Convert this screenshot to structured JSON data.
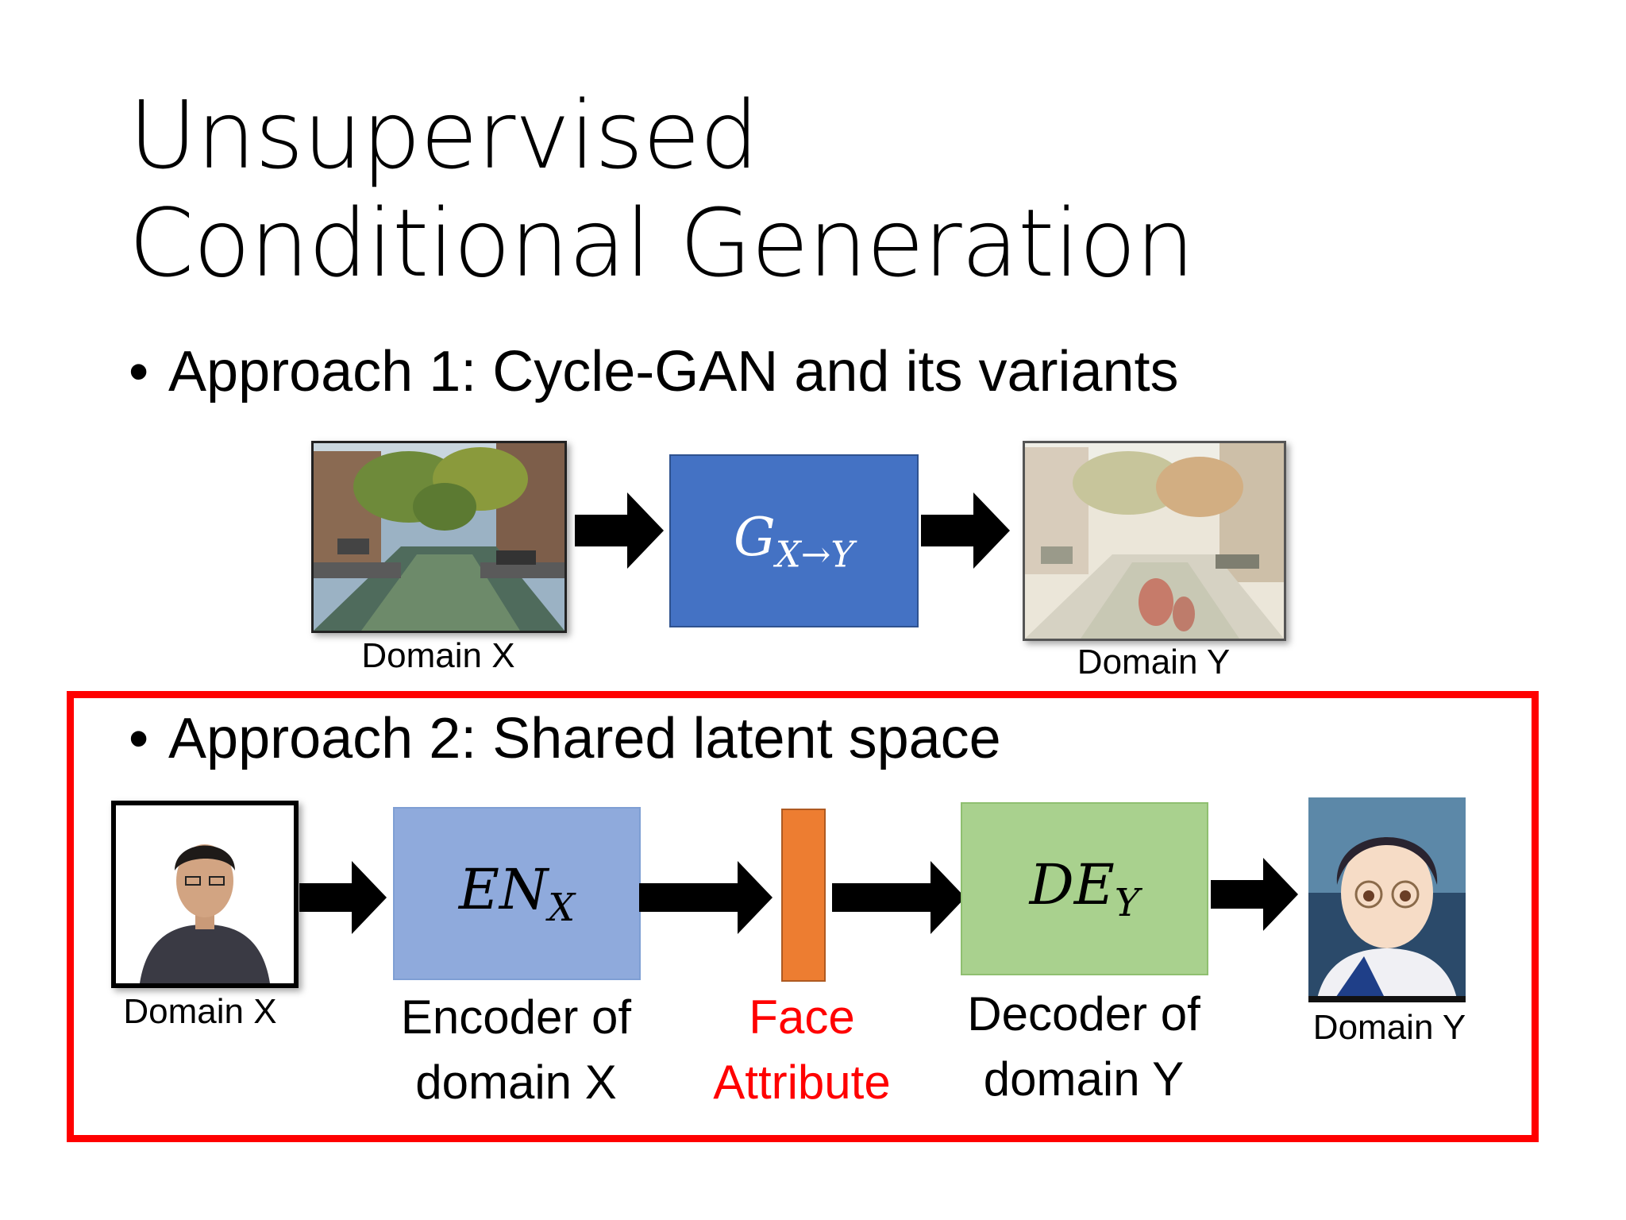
{
  "slide": {
    "title_line1": "Unsupervised",
    "title_line2": "Conditional Generation",
    "bullet_symbol": "•"
  },
  "approach1": {
    "heading": "Approach 1: Cycle-GAN and its variants",
    "input_label": "Domain X",
    "output_label": "Domain Y",
    "generator": {
      "main": "G",
      "sub": "X→Y",
      "color": "#4472C4"
    }
  },
  "approach2": {
    "heading": "Approach 2: Shared latent space",
    "input_label": "Domain X",
    "output_label": "Domain Y",
    "encoder": {
      "main": "EN",
      "sub": "X",
      "color": "#8FAADC",
      "label_line1": "Encoder of",
      "label_line2": "domain X"
    },
    "latent": {
      "color": "#ED7D31",
      "label_line1": "Face",
      "label_line2": "Attribute",
      "label_color": "#FF0000"
    },
    "decoder": {
      "main": "DE",
      "sub": "Y",
      "color": "#A9D18E",
      "label_line1": "Decoder of",
      "label_line2": "domain Y"
    },
    "frame_color": "#FF0000"
  }
}
